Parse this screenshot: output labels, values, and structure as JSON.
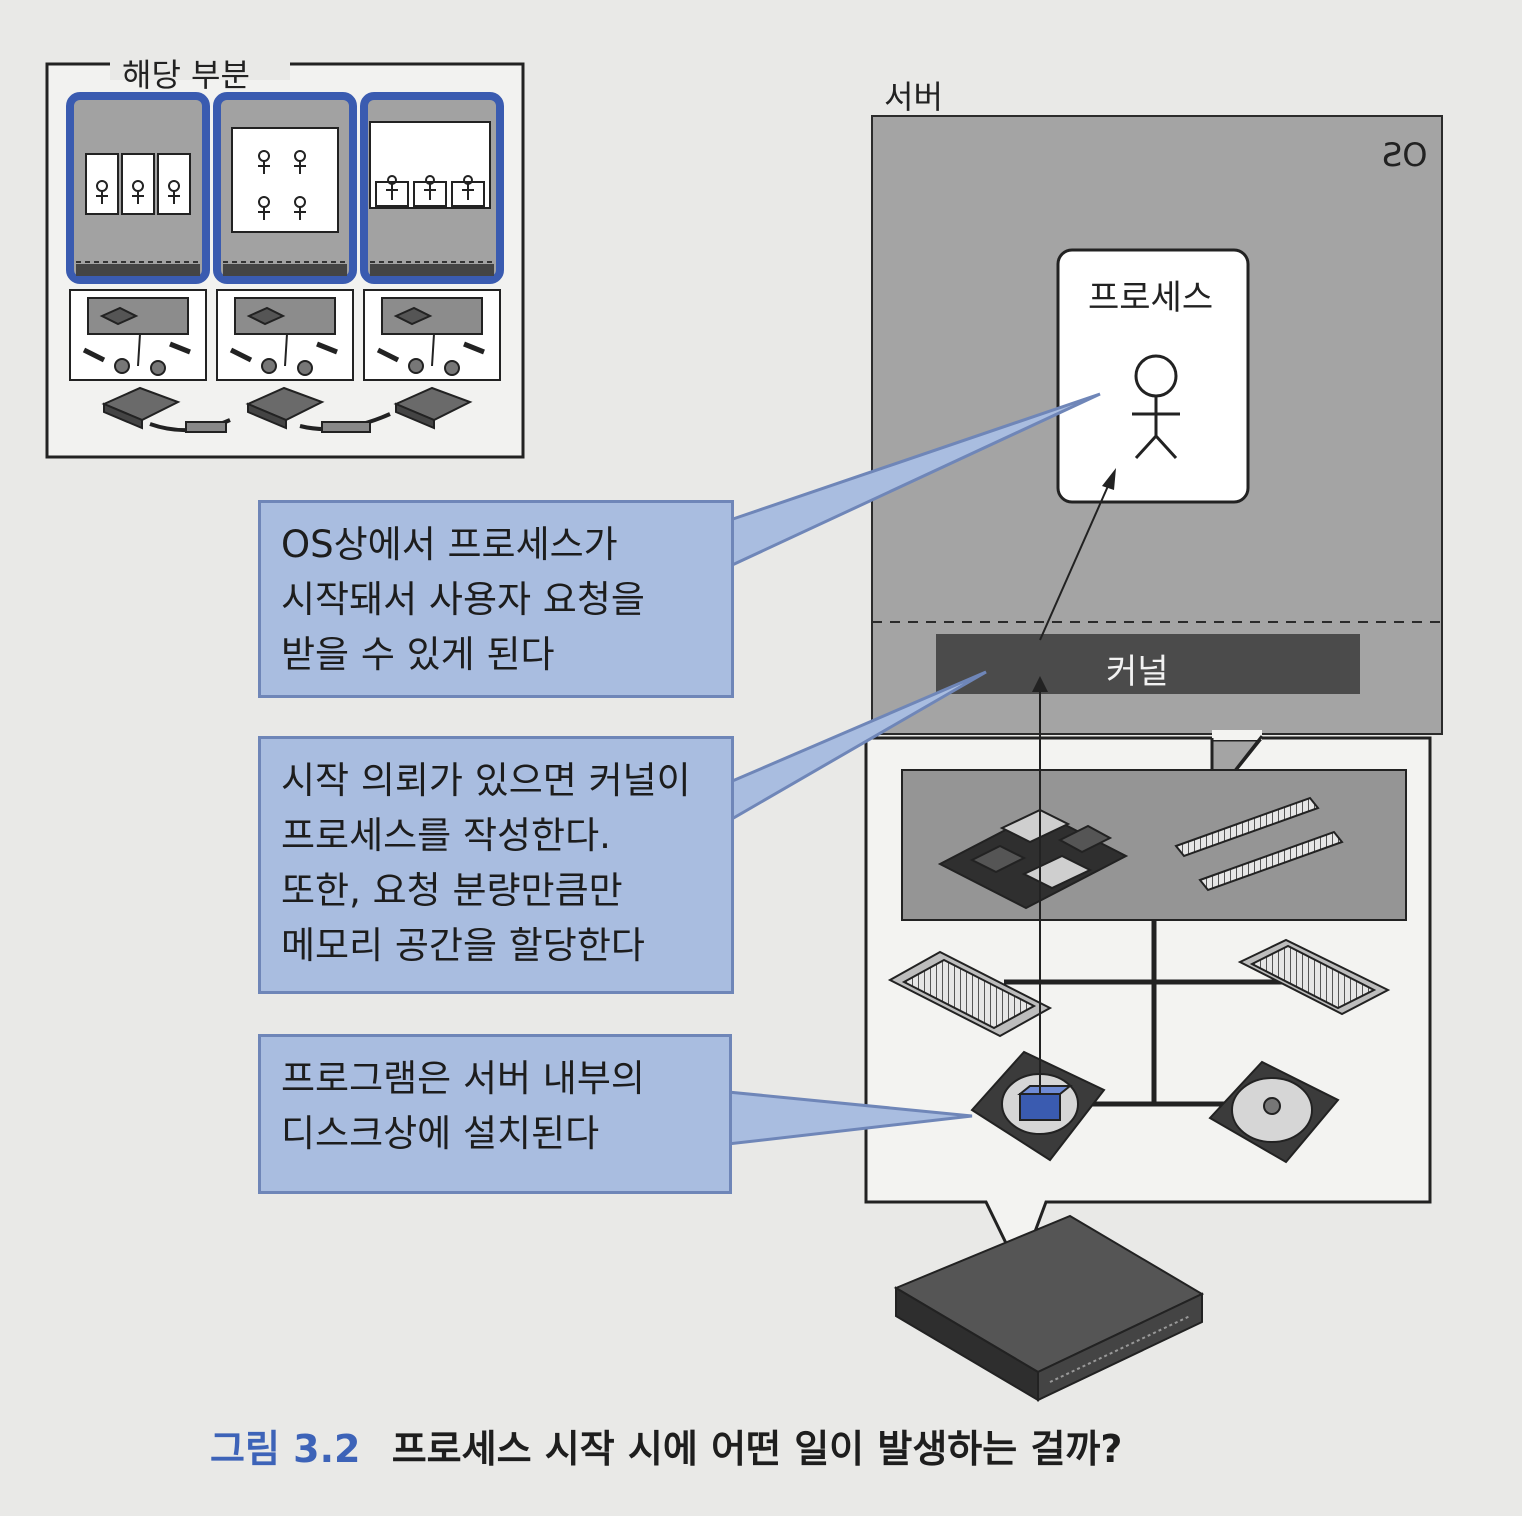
{
  "overview": {
    "title": "해당 부분"
  },
  "server": {
    "label": "서버",
    "os_label": "OS",
    "process_label": "프로세스",
    "kernel_label": "커널"
  },
  "callouts": [
    {
      "lines": [
        "OS상에서 프로세스가",
        "시작돼서 사용자 요청을",
        "받을 수 있게 된다"
      ]
    },
    {
      "lines": [
        "시작 의뢰가 있으면 커널이",
        "프로세스를 작성한다.",
        "또한, 요청 분량만큼만",
        "메모리 공간을 할당한다"
      ]
    },
    {
      "lines": [
        "프로그램은 서버 내부의",
        "디스크상에 설치된다"
      ]
    }
  ],
  "caption": {
    "number": "그림 3.2",
    "text": "프로세스 시작 시에 어떤 일이 발생하는 걸까?"
  },
  "colors": {
    "callout_fill": "#a9bde0",
    "callout_border": "#6f86b8",
    "highlight_blue": "#3a5bb0",
    "os_gray": "#a4a4a4",
    "kernel_dark": "#4b4b4b",
    "caption_blue": "#3d63b8"
  }
}
